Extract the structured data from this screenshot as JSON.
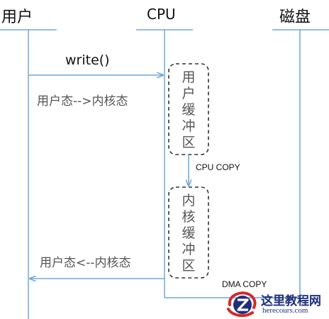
{
  "lanes": {
    "user": "用户",
    "cpu": "CPU",
    "disk": "磁盘"
  },
  "arrows": {
    "write": "write()",
    "user_to_kernel": "用户态-->内核态",
    "cpu_copy": "CPU COPY",
    "kernel_to_user": "用户态<--内核态",
    "dma_copy": "DMA COPY"
  },
  "buffers": {
    "user_buffer": "用户缓冲区",
    "kernel_buffer": "内核缓冲区"
  },
  "watermark": {
    "title": "这里教程网",
    "url": "herecours.com"
  },
  "colors": {
    "line": "#6fa8dc",
    "dash": "#333333",
    "watermark": "#1d2f7a",
    "watermark_accent": "#d22b2b"
  }
}
